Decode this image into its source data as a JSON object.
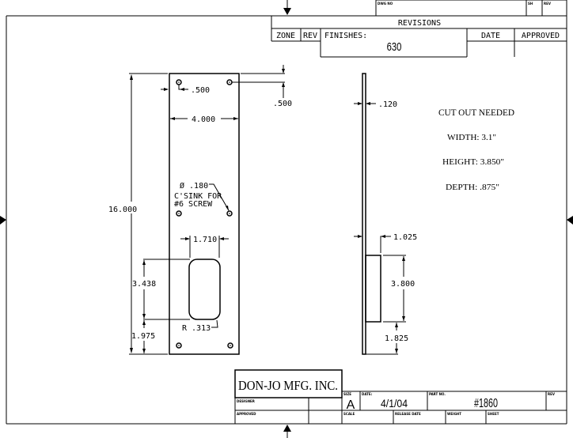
{
  "revisions": {
    "dwg_no_label": "DWG NO",
    "sh_label": "SH",
    "rev_label": "REV",
    "title": "REVISIONS",
    "zone": "ZONE",
    "rev": "REV",
    "finishes": "FINISHES:",
    "finish_value": "630",
    "date": "DATE",
    "approved": "APPROVED"
  },
  "front_view": {
    "overall_height": "16.000",
    "hole_offset_x": ".500",
    "hole_offset_y": ".500",
    "width": "4.000",
    "hole_note_1": "Ø .180",
    "hole_note_2": "C'SINK FOR",
    "hole_note_3": "#6 SCREW",
    "cutout_width": "1.710",
    "cutout_height": "3.438",
    "cutout_bottom": "1.975",
    "cutout_radius": "R .313"
  },
  "side_view": {
    "thickness": ".120",
    "depth": "1.025",
    "height": "3.800",
    "bottom": "1.825"
  },
  "notes": {
    "title": "CUT OUT NEEDED",
    "width": "WIDTH: 3.1\"",
    "height": "HEIGHT: 3.850\"",
    "depth": "DEPTH: .875\""
  },
  "title_block": {
    "company": "DON-JO MFG. INC.",
    "designer_label": "DESIGNER",
    "approved_label": "APPROVED",
    "size_label": "SIZE",
    "size": "A",
    "date_label": "DATE:",
    "date": "4/1/04",
    "part_no_label": "PART NO.",
    "part_no": "#1860",
    "rev_label": "REV",
    "scale_label": "SCALE",
    "release_date_label": "RELEASE DATE",
    "weight_label": "WEIGHT",
    "sheet_label": "SHEET"
  }
}
